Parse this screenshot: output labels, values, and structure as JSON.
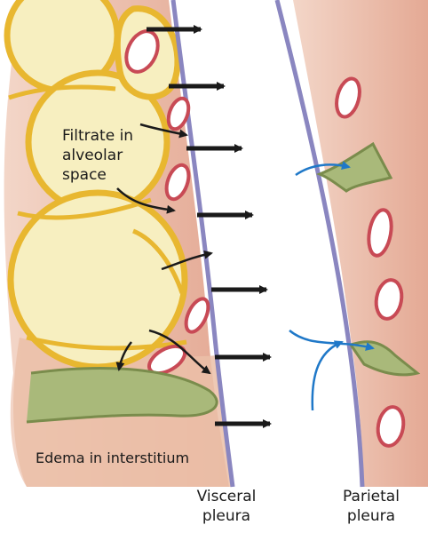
{
  "labels": {
    "filtrate": "Filtrate in alveolar space",
    "edema": "Edema in interstitium",
    "visceral": "Visceral pleura",
    "parietal": "Parietal pleura"
  },
  "colors": {
    "alveolus_fill": "#f7efc0",
    "alveolar_wall": "#e8b730",
    "interstitium": "#e9b7a2",
    "pleura_membrane": "#8a86c0",
    "capillary_wall": "#c84a55",
    "lymphatic": "#8ea060",
    "flow_arrow": "#1a1a1a",
    "lymph_flow_arrow": "#1f78c8"
  }
}
